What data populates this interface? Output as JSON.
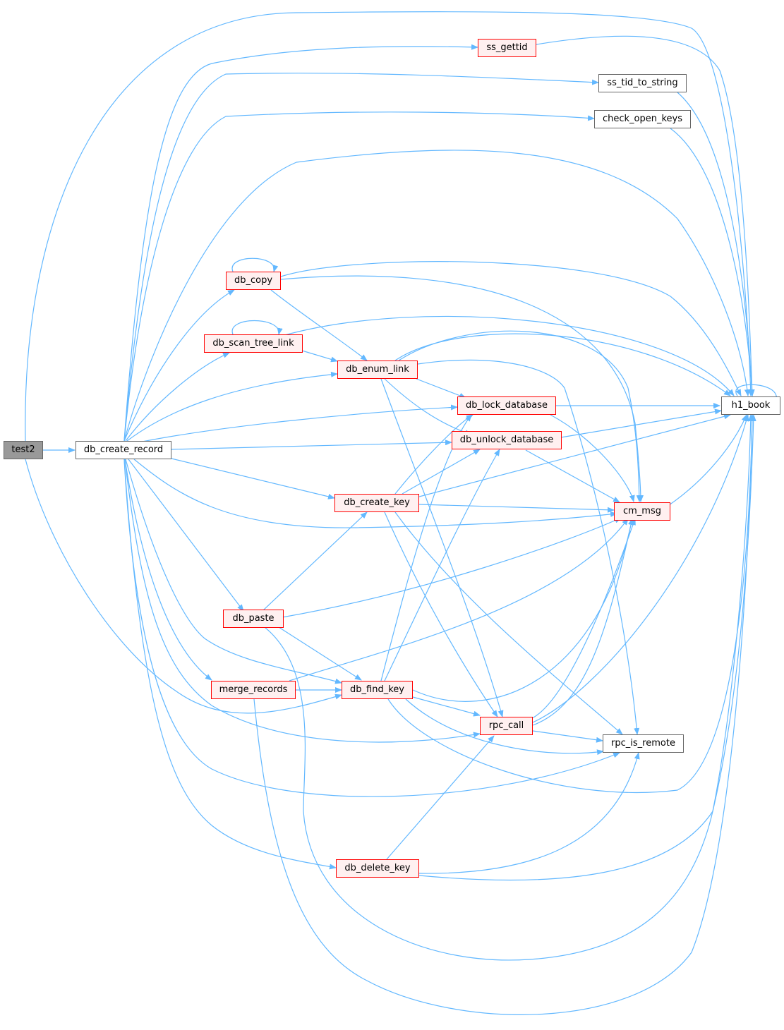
{
  "colors": {
    "edge": "#63b8ff",
    "node_border": "#666666",
    "truncated_border": "#ff0000",
    "truncated_fill": "#fff0f0",
    "root_fill": "#999999"
  },
  "nodes": {
    "test2": "test2",
    "db_create_record": "db_create_record",
    "ss_gettid": "ss_gettid",
    "ss_tid_to_string": "ss_tid_to_string",
    "check_open_keys": "check_open_keys",
    "h1_book": "h1_book",
    "db_copy": "db_copy",
    "db_scan_tree_link": "db_scan_tree_link",
    "db_enum_link": "db_enum_link",
    "db_lock_database": "db_lock_database",
    "db_unlock_database": "db_unlock_database",
    "db_create_key": "db_create_key",
    "cm_msg": "cm_msg",
    "db_paste": "db_paste",
    "merge_records": "merge_records",
    "db_find_key": "db_find_key",
    "rpc_call": "rpc_call",
    "rpc_is_remote": "rpc_is_remote",
    "db_delete_key": "db_delete_key"
  }
}
